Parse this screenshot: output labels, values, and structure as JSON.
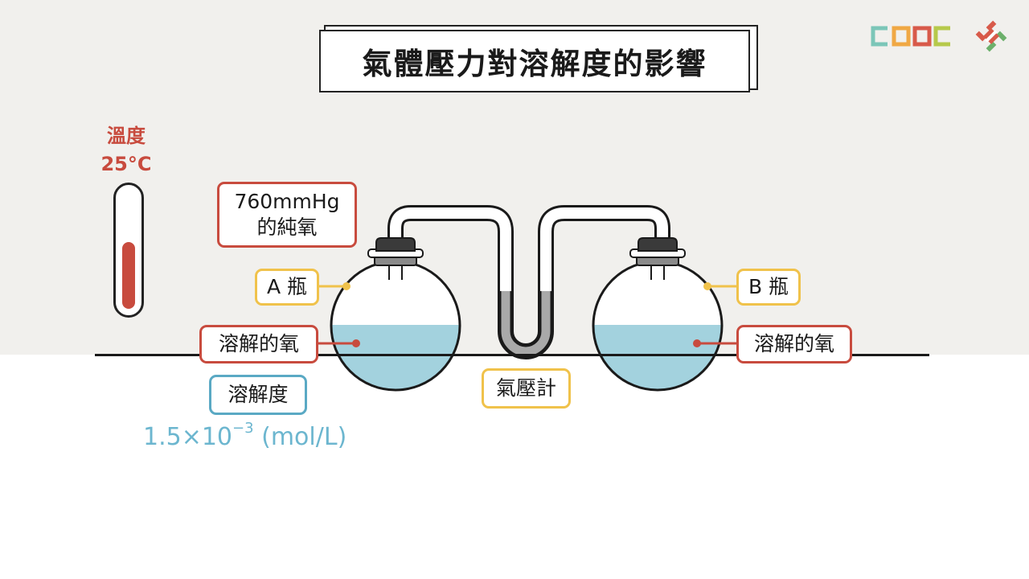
{
  "title": "氣體壓力對溶解度的影響",
  "temperature": {
    "label": "溫度",
    "value": "25°C",
    "level": 0.57,
    "color": "#c84b3e"
  },
  "labels": {
    "oxygen_source": {
      "line1": "760mmHg",
      "line2": "的純氧"
    },
    "flask_a": "A 瓶",
    "flask_b": "B 瓶",
    "dissolved_oxygen_a": "溶解的氧",
    "dissolved_oxygen_b": "溶解的氧",
    "manometer": "氣壓計",
    "solubility": "溶解度"
  },
  "solubility_value": {
    "mantissa": "1.5×10",
    "exponent": "−3",
    "unit": "(mol/L)"
  },
  "colors": {
    "red": "#c84b3e",
    "yellow": "#f0c24b",
    "blue": "#5aa9c4",
    "water": "#a3d2de",
    "value_text": "#6cb6cf"
  },
  "icons": [
    "cooc-logo",
    "plus-pattern-logo",
    "thermometer-icon"
  ]
}
